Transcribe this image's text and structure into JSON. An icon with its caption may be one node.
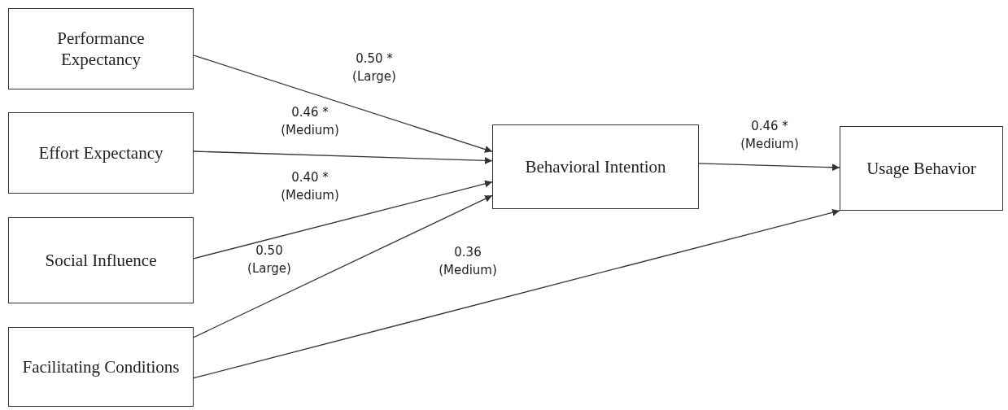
{
  "diagram": {
    "nodes": [
      {
        "text": [
          "Performance Expectancy"
        ]
      },
      {
        "text": [
          "Effort Expectancy"
        ]
      },
      {
        "text": [
          "Social Influence"
        ]
      },
      {
        "text": [
          "Facilitating Conditions"
        ]
      },
      {
        "text": [
          "Behavioral Intention"
        ]
      },
      {
        "text": [
          "Usage Behavior"
        ]
      }
    ],
    "edges": [
      {
        "from": 0,
        "to": 4,
        "arrow": "to",
        "label": "0.50 * (Large)"
      },
      {
        "from": 1,
        "to": 4,
        "arrow": "to",
        "label": "0.46 * (Medium)"
      },
      {
        "from": 2,
        "to": 4,
        "arrow": "to",
        "label": "0.40 * (Medium)"
      },
      {
        "from": 3,
        "to": 4,
        "arrow": "to",
        "label": "0.50 (Large)"
      },
      {
        "from": 3,
        "to": 5,
        "arrow": "to",
        "label": "0.36 (Medium)"
      },
      {
        "from": 4,
        "to": 5,
        "arrow": "to",
        "label": "0.46 * (Medium)"
      }
    ]
  }
}
